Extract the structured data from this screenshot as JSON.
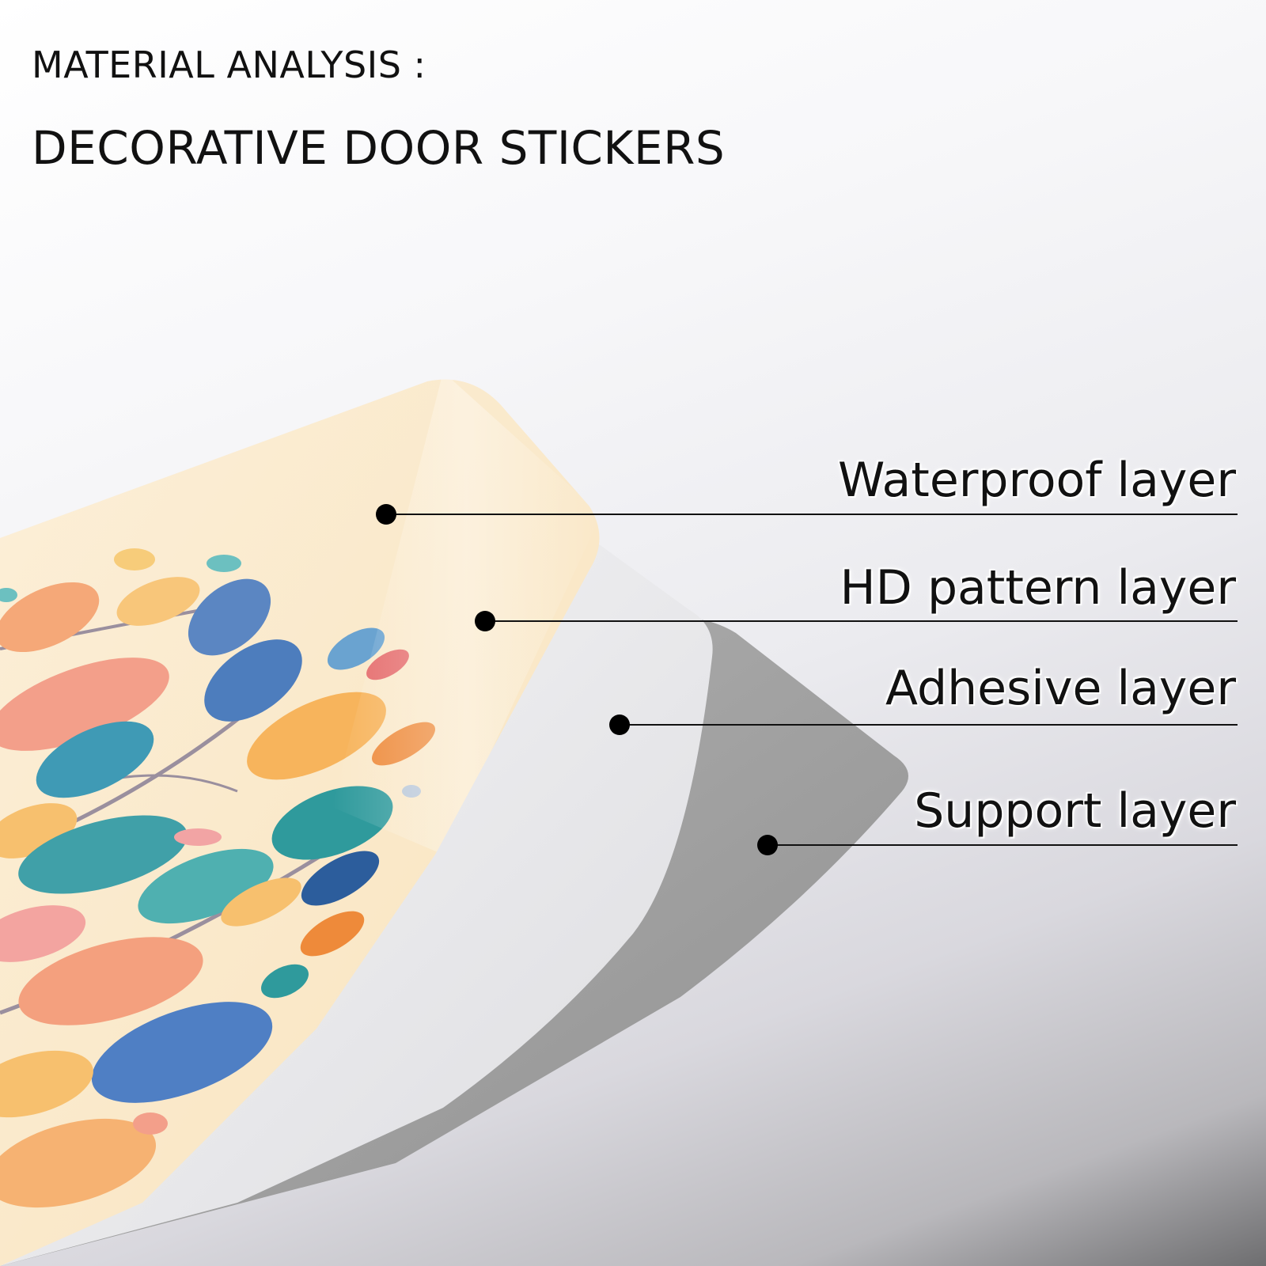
{
  "header": {
    "line1": "MATERIAL ANALYSIS :",
    "line2": "DECORATIVE DOOR STICKERS"
  },
  "layers": [
    {
      "label": "Waterproof layer"
    },
    {
      "label": "HD pattern layer"
    },
    {
      "label": "Adhesive layer"
    },
    {
      "label": "Support layer"
    }
  ],
  "colors": {
    "sticker_base": "#fbe9cc",
    "support_layer": "#9e9e9e",
    "adhesive_layer": "#ececee",
    "leader_line": "#111111"
  }
}
